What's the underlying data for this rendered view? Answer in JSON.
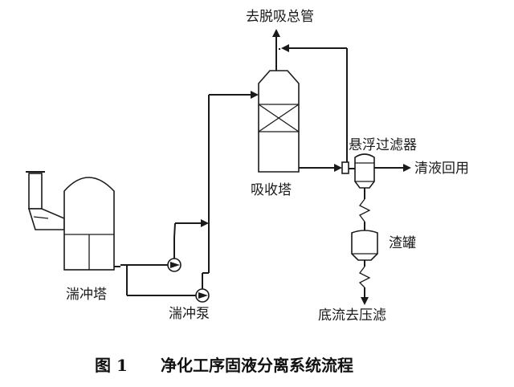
{
  "labels": {
    "to_main_duct": "去脱吸总管",
    "suspended_filter": "悬浮过滤器",
    "clear_liquid_reuse": "清液回用",
    "absorption_tower": "吸收塔",
    "slag_tank": "渣罐",
    "quench_tower": "湍冲塔",
    "quench_pump": "湍冲泵",
    "underflow_to_press": "底流去压滤"
  },
  "caption": {
    "figure_number": "图 1",
    "title": "净化工序固液分离系统流程"
  }
}
